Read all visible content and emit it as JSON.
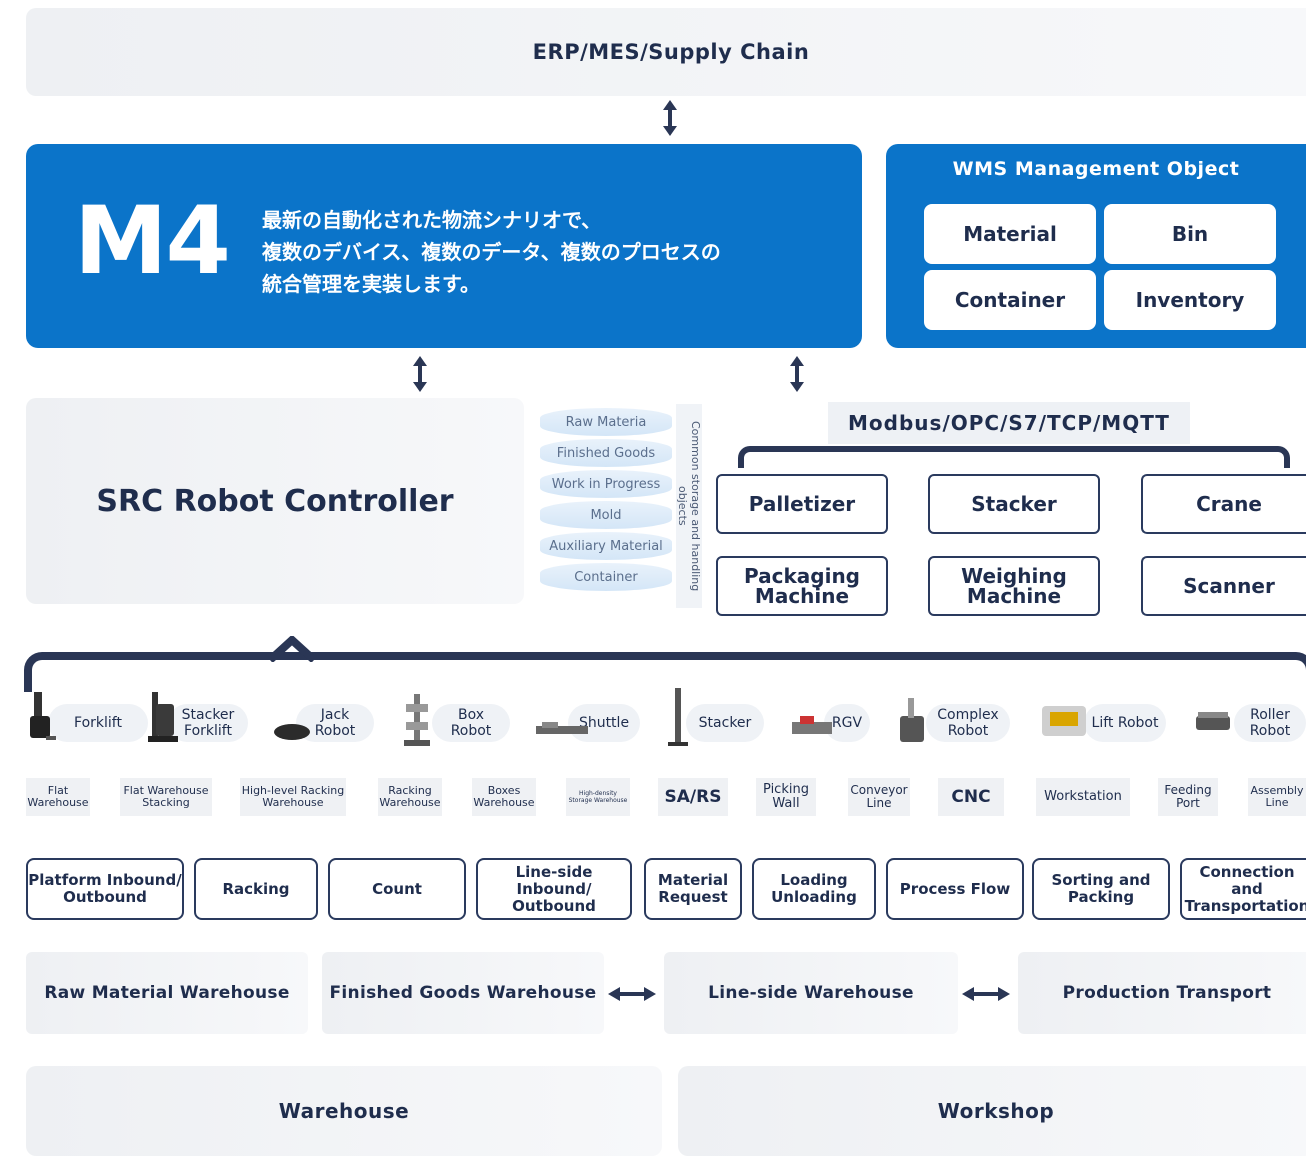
{
  "top": {
    "erp_label": "ERP/MES/Supply Chain"
  },
  "m4": {
    "logo": "M4",
    "description_lines": [
      "最新の自動化された物流シナリオで、",
      "複数のデバイス、複数のデータ、複数のプロセスの",
      "統合管理を実装します。"
    ]
  },
  "wms": {
    "title": "WMS Management Object",
    "items": [
      "Material",
      "Bin",
      "Container",
      "Inventory"
    ]
  },
  "src": {
    "label": "SRC Robot Controller"
  },
  "storage_objects": {
    "items": [
      "Raw Materia",
      "Finished Goods",
      "Work in Progress",
      "Mold",
      "Auxiliary Material",
      "Container"
    ],
    "caption": "Common storage and handling objects"
  },
  "protocols": {
    "label": "Modbus/OPC/S7/TCP/MQTT"
  },
  "devices": {
    "row1": [
      "Palletizer",
      "Stacker",
      "Crane"
    ],
    "row2": [
      [
        "Packaging",
        "Machine"
      ],
      [
        "Weighing",
        "Machine"
      ],
      [
        "Scanner"
      ]
    ]
  },
  "robots": [
    [
      "Forklift"
    ],
    [
      "Stacker",
      "Forklift"
    ],
    [
      "Jack",
      "Robot"
    ],
    [
      "Box",
      "Robot"
    ],
    [
      "Shuttle"
    ],
    [
      "Stacker"
    ],
    [
      "RGV"
    ],
    [
      "Complex",
      "Robot"
    ],
    [
      "Lift Robot"
    ],
    [
      "Roller",
      "Robot"
    ]
  ],
  "locations": [
    [
      "Flat",
      "Warehouse"
    ],
    [
      "Flat Warehouse",
      "Stacking"
    ],
    [
      "High-level Racking",
      "Warehouse"
    ],
    [
      "Racking",
      "Warehouse"
    ],
    [
      "Boxes",
      "Warehouse"
    ],
    [
      "High-density",
      "Storage Warehouse"
    ],
    [
      "SA/RS"
    ],
    [
      "Picking",
      "Wall"
    ],
    [
      "Conveyor",
      "Line"
    ],
    [
      "CNC"
    ],
    [
      "Workstation"
    ],
    [
      "Feeding",
      "Port"
    ],
    [
      "Assembly",
      "Line"
    ]
  ],
  "processes": [
    [
      "Platform Inbound/",
      "Outbound"
    ],
    [
      "Racking"
    ],
    [
      "Count"
    ],
    [
      "Line-side Inbound/",
      "Outbound"
    ],
    [
      "Material",
      "Request"
    ],
    [
      "Loading",
      "Unloading"
    ],
    [
      "Process Flow"
    ],
    [
      "Sorting and",
      "Packing"
    ],
    [
      "Connection and",
      "Transportation"
    ]
  ],
  "warehouses": [
    "Raw Material Warehouse",
    "Finished Goods Warehouse",
    "Line-side Warehouse",
    "Production Transport"
  ],
  "bottom": {
    "left": "Warehouse",
    "right": "Workshop"
  },
  "colors": {
    "primary_blue": "#0b74c9",
    "navy": "#2a3655",
    "panel_grey": "#eef0f3"
  }
}
